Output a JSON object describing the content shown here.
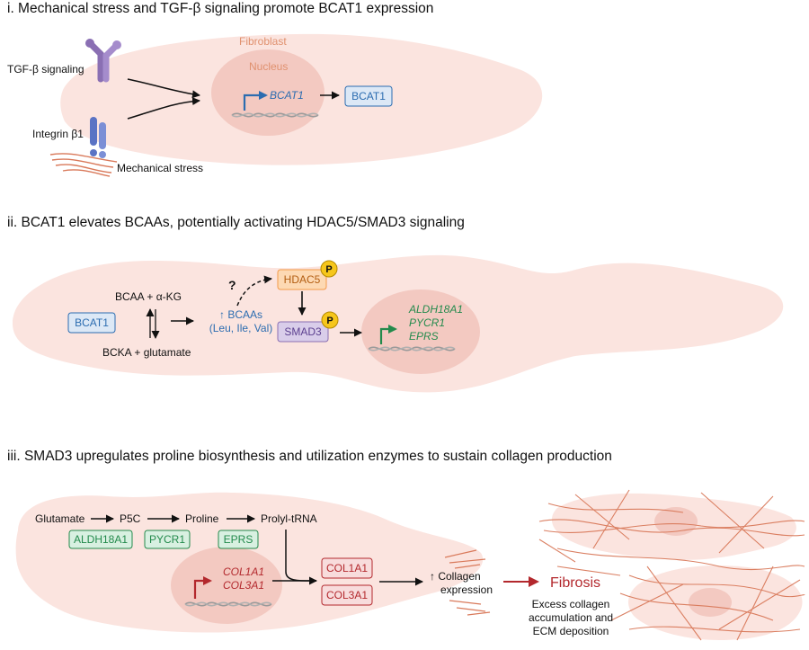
{
  "panel1": {
    "title": "i.  Mechanical stress and TGF-β signaling promote BCAT1 expression",
    "fibroblast": "Fibroblast",
    "nucleus": "Nucleus",
    "tgfb": "TGF-β signaling",
    "integrin": "Integrin β1",
    "mech_stress": "Mechanical stress",
    "gene": "BCAT1",
    "protein": "BCAT1"
  },
  "panel2": {
    "title": "ii.  BCAT1 elevates BCAAs, potentially activating HDAC5/SMAD3 signaling",
    "bcat1": "BCAT1",
    "bcaa_akg": "BCAA + α-KG",
    "bcka_glu": "BCKA + glutamate",
    "bcaas": "↑ BCAAs",
    "bcaas_sub": "(Leu, Ile, Val)",
    "question": "?",
    "hdac5": "HDAC5",
    "smad3": "SMAD3",
    "phospho": "P",
    "genes": [
      "ALDH18A1",
      "PYCR1",
      "EPRS"
    ]
  },
  "panel3": {
    "title": "iii.  SMAD3 upregulates proline biosynthesis and utilization enzymes to sustain collagen production",
    "glutamate": "Glutamate",
    "p5c": "P5C",
    "proline": "Proline",
    "prolyl": "Prolyl-tRNA",
    "enz1": "ALDH18A1",
    "enz2": "PYCR1",
    "enz3": "EPRS",
    "gene1": "COL1A1",
    "gene2": "COL3A1",
    "prot1": "COL1A1",
    "prot2": "COL3A1",
    "collagen1": "↑ Collagen",
    "collagen2": "expression",
    "fibrosis": "Fibrosis",
    "excess1": "Excess collagen",
    "excess2": "accumulation and",
    "excess3": "ECM deposition"
  },
  "colors": {
    "cell": "#fbe4df",
    "nucleus": "#f3c9c1",
    "blue": "#2b6cb0",
    "green": "#238a4c",
    "red": "#b3282d",
    "purple": "#8a6fb3",
    "orange": "#f39a4a",
    "fiber": "#d9795a"
  }
}
